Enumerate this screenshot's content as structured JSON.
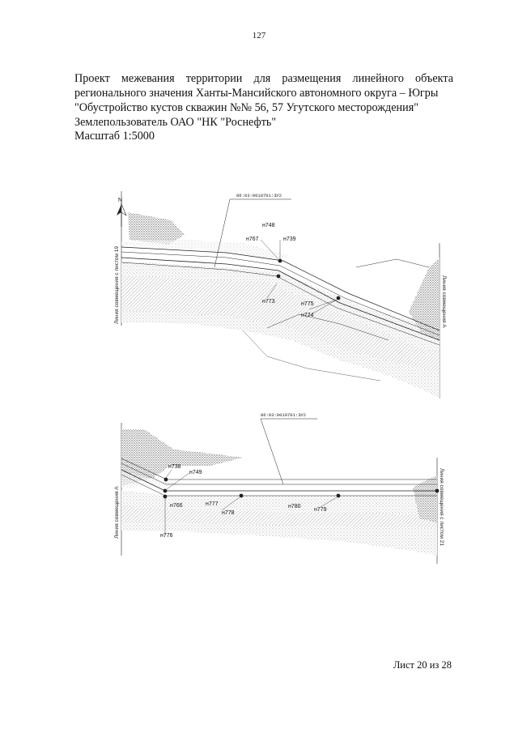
{
  "page_number": "127",
  "title_lines": [
    "Проект межевания территории для размещения линейного объекта",
    "регионального значения Ханты-Мансийского автономного округа – Югры",
    "\"Обустройство кустов скважин №№ 56, 57 Угутского месторождения\"",
    "Землепользователь ОАО \"НК \"Роснефть\""
  ],
  "scale": "Масштаб 1:5000",
  "sheet": "Лист 20 из 28",
  "colors": {
    "text": "#111111",
    "line": "#222222",
    "hatch": "#888888"
  },
  "map_top": {
    "parcel_code": "86:03:0010701:ЗУ2",
    "north": "N",
    "left_match_line": "Линия совмещения с листом 19",
    "right_match_line": "Линия совмещения А",
    "points": [
      "н748",
      "н767",
      "н739",
      "н773",
      "н775",
      "н774"
    ]
  },
  "map_bottom": {
    "parcel_code": "86:03:0010701:ЗУ2",
    "left_match_line": "Линия совмещения А",
    "right_match_line": "Линия совмещения с листом 21",
    "points": [
      "н738",
      "н749",
      "н766",
      "н777",
      "н778",
      "н780",
      "н779",
      "н776"
    ]
  }
}
